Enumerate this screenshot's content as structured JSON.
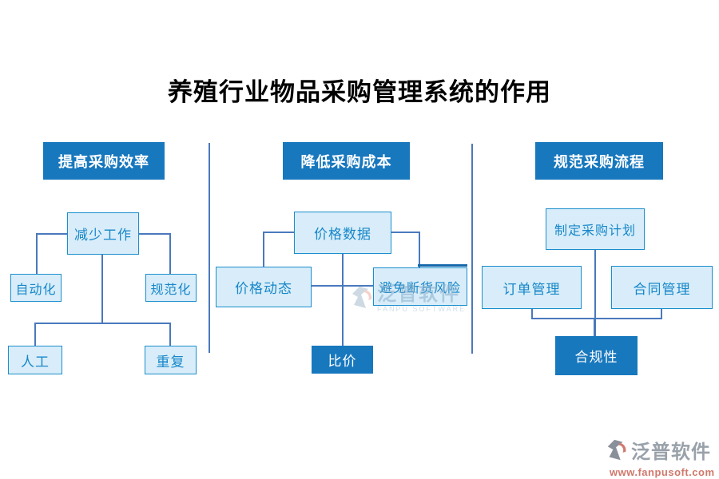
{
  "title": "养殖行业物品采购管理系统的作用",
  "sections": [
    {
      "header": "提高采购效率",
      "nodes": {
        "root": "减少工作",
        "left": "自动化",
        "right": "规范化",
        "bottom_left": "人工",
        "bottom_right": "重复"
      }
    },
    {
      "header": "降低采购成本",
      "nodes": {
        "root": "价格数据",
        "left": "价格动态",
        "right": "避免断货风险",
        "bottom": "比价"
      }
    },
    {
      "header": "规范采购流程",
      "nodes": {
        "root": "制定采购计划",
        "left": "订单管理",
        "right": "合同管理",
        "bottom": "合规性"
      }
    }
  ],
  "watermark": {
    "brand": "泛普软件",
    "brand_en": "FANPU SOFTWARE",
    "url": "www.fanpusoft.com"
  },
  "colors": {
    "primary_blue": "#1878be",
    "node_fill": "#d8edf9",
    "node_border": "#1b8ecd",
    "node_text": "#1787c9",
    "connector": "#4a79bd",
    "watermark_url_red": "#d0786c"
  }
}
